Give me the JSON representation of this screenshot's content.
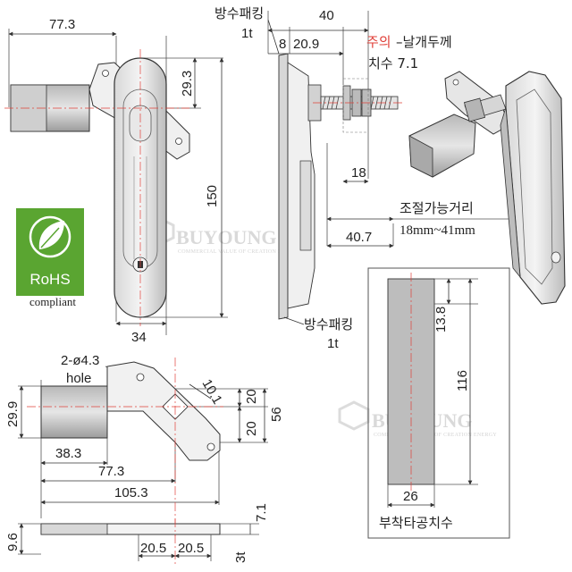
{
  "dimensions": {
    "front_width": "77.3",
    "front_top_offset": "29.3",
    "front_height": "150",
    "front_body_width": "34",
    "side_gasket": "8",
    "side_20_9": "20.9",
    "side_40": "40",
    "side_18": "18",
    "side_40_7": "40.7",
    "hole_label": "2-ø4.3",
    "hole_word": "hole",
    "bottom_29_9": "29.9",
    "bottom_38_3": "38.3",
    "bottom_77_3": "77.3",
    "bottom_105_3": "105.3",
    "bottom_10_1": "10.1",
    "bottom_20_a": "20",
    "bottom_20_b": "20",
    "bottom_56": "56",
    "cutout_13_8": "13.8",
    "cutout_116": "116",
    "cutout_26": "26",
    "profile_9_6": "9.6",
    "profile_7_1": "7.1",
    "profile_20_5_a": "20.5",
    "profile_20_5_b": "20.5",
    "profile_3t": "3t"
  },
  "notes": {
    "gasket_top": "방수패킹",
    "gasket_top_t": "1t",
    "caution_red": "주의",
    "caution_rest": "–날개두께",
    "caution_size": "치수 7.1",
    "adjust_title": "조절가능거리",
    "adjust_range": "18mm~41mm",
    "gasket_bottom": "방수패킹",
    "gasket_bottom_t": "1t",
    "cutout_title": "부착타공치수"
  },
  "watermark": {
    "brand": "BUYOUNG",
    "tagline": "COMMERCIAL VALUE OF CREATION ENERGY"
  },
  "badge": {
    "label": "RoHS",
    "sub": "compliant",
    "color": "#5aa531"
  },
  "colors": {
    "centerline": "#e0413a",
    "caution": "#e0413a",
    "outline": "#333333"
  }
}
